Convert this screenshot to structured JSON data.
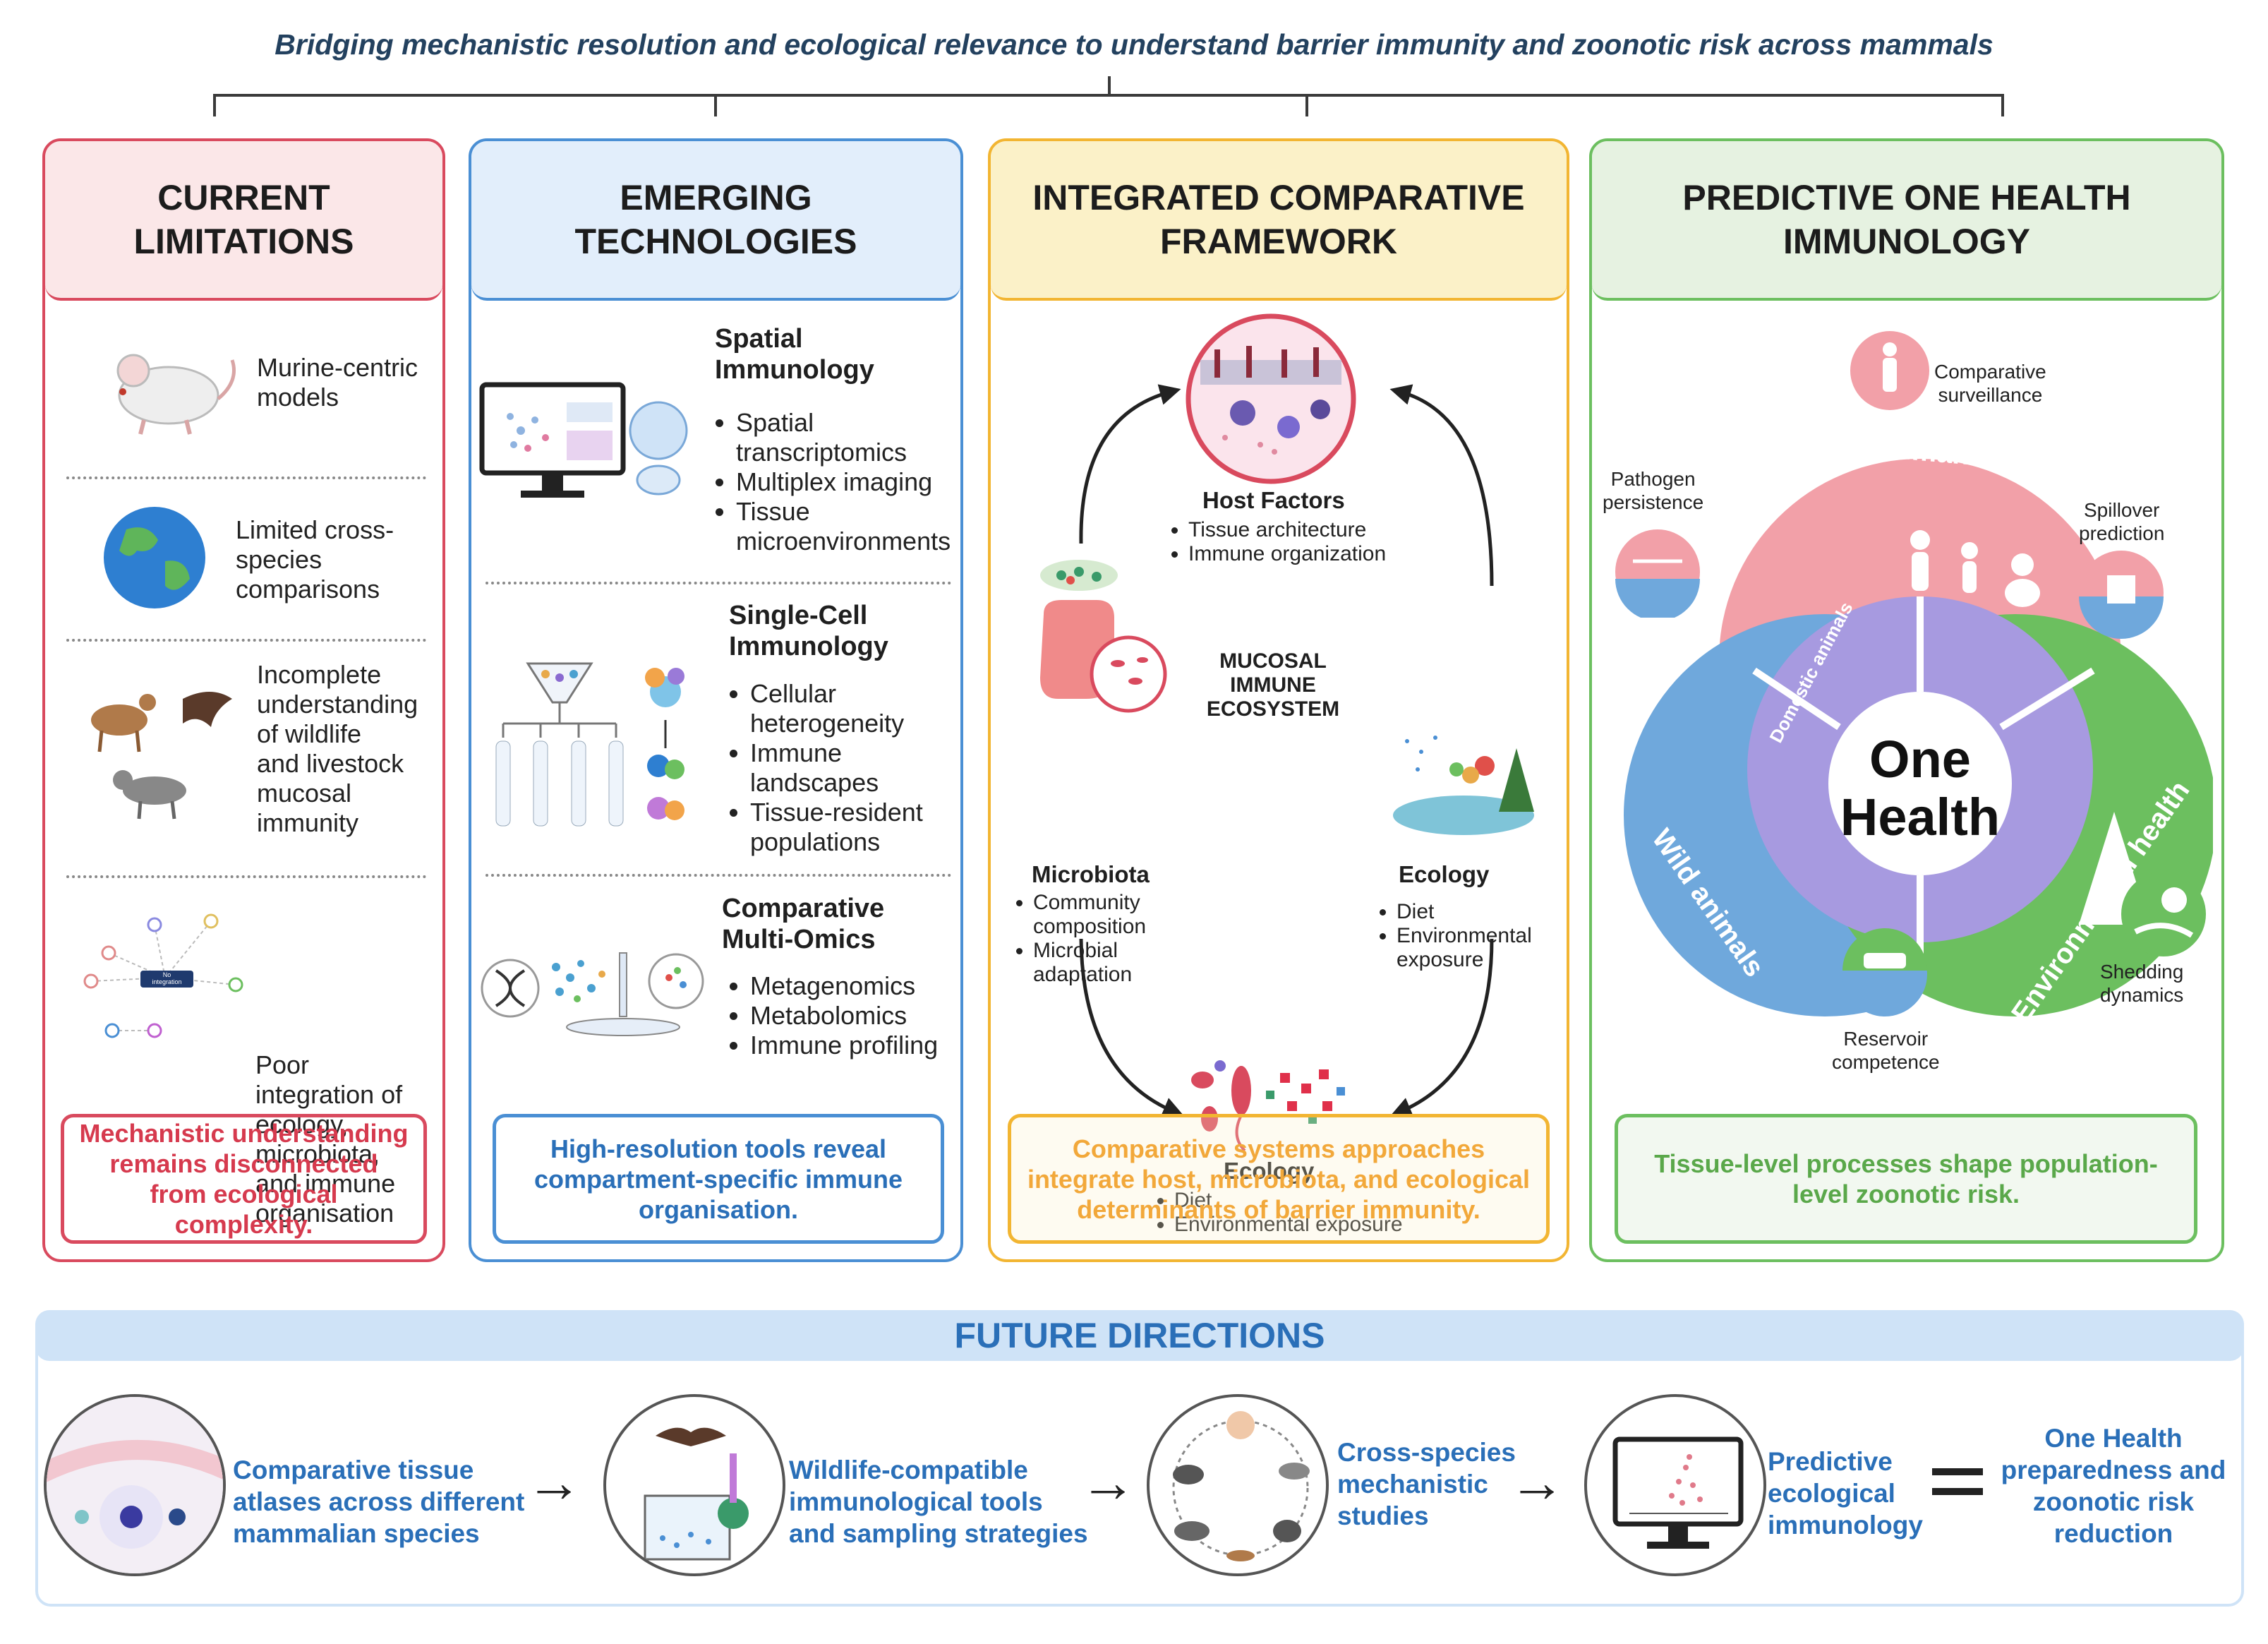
{
  "title": "Bridging mechanistic resolution and ecological relevance to understand barrier immunity and zoonotic risk across mammals",
  "col1": {
    "header": "CURRENT\nLIMITATIONS",
    "items": [
      "Murine-centric\nmodels",
      "Limited cross-\nspecies\ncomparisons",
      "Incomplete\nunderstanding\nof wildlife\nand livestock\nmucosal\nimmunity",
      "Poor\nintegration of\necology,\nmicrobiota,\nand immune\norganisation"
    ],
    "no_integration_label": "No\nintegration",
    "summary": "Mechanistic understanding remains disconnected from ecological complexity."
  },
  "col2": {
    "header": "EMERGING\nTECHNOLOGIES",
    "sections": [
      {
        "title": "Spatial\nImmunology",
        "bullets": [
          "Spatial\ntranscriptomics",
          "Multiplex imaging",
          "Tissue\nmicroenvironments"
        ]
      },
      {
        "title": "Single-Cell\nImmunology",
        "bullets": [
          "Cellular\nheterogeneity",
          "Immune\nlandscapes",
          "Tissue-resident\npopulations"
        ]
      },
      {
        "title": "Comparative\nMulti-Omics",
        "bullets": [
          "Metagenomics",
          "Metabolomics",
          "Immune profiling"
        ]
      }
    ],
    "summary": "High-resolution tools reveal compartment-specific immune organisation."
  },
  "col3": {
    "header": "INTEGRATED COMPARATIVE\nFRAMEWORK",
    "host": {
      "title": "Host Factors",
      "bullets": [
        "Tissue architecture",
        "Immune organization"
      ]
    },
    "center": "MUCOSAL\nIMMUNE\nECOSYSTEM",
    "microbiota": {
      "title": "Microbiota",
      "bullets": [
        "Community\ncomposition",
        "Microbial\nadaptation"
      ]
    },
    "ecology_right": {
      "title": "Ecology",
      "bullets": [
        "Diet",
        "Environmental\nexposure"
      ]
    },
    "ecology_bottom": {
      "title": "Ecology",
      "bullets": [
        "Diet",
        "Environmental exposure"
      ]
    },
    "summary": "Comparative systems approaches integrate host, microbiota, and ecological determinants of barrier immunity."
  },
  "col4": {
    "header": "PREDICTIVE ONE HEALTH\nIMMUNOLOGY",
    "center": "One\nHealth",
    "humans": "Humans",
    "wild": "Wild animals",
    "env": "Environmental health",
    "domestic": "Domestic animals",
    "labels": {
      "comparative_surveillance": "Comparative\nsurveillance",
      "pathogen_persistence": "Pathogen\npersistence",
      "spillover_prediction": "Spillover\nprediction",
      "shedding_dynamics": "Shedding\ndynamics",
      "reservoir_competence": "Reservoir\ncompetence"
    },
    "summary": "Tissue-level processes shape population-level zoonotic risk."
  },
  "future": {
    "header": "FUTURE DIRECTIONS",
    "steps": [
      "Comparative tissue\natlases across different\nmammalian species",
      "Wildlife-compatible\nimmunological tools\nand sampling strategies",
      "Cross-species\nmechanistic\nstudies",
      "Predictive\necological\nimmunology"
    ],
    "outcome": "One Health\npreparedness and\nzoonotic risk\nreduction"
  },
  "colors": {
    "red": "#d94a5e",
    "blue": "#4a8fd4",
    "yellow": "#f2b532",
    "green": "#6cbf5f",
    "humans": "#f2a0a8",
    "wild": "#6fa8dc",
    "env": "#6cbf5f",
    "domestic": "#a79ae0"
  }
}
